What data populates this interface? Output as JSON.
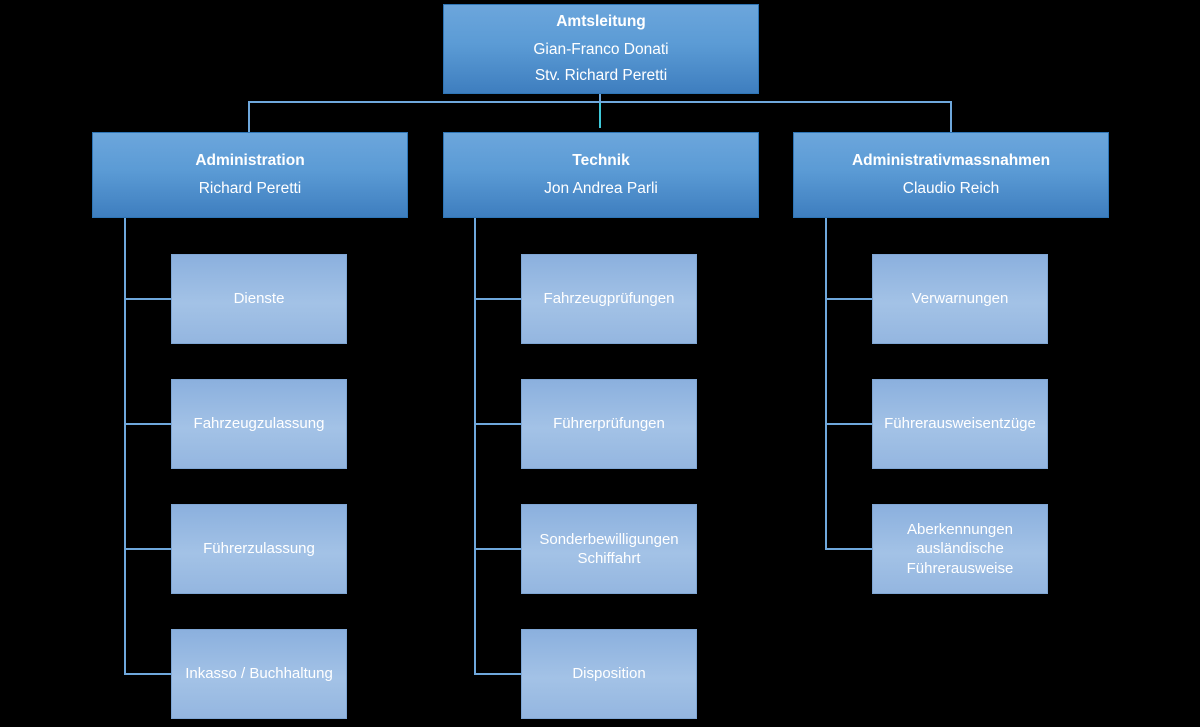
{
  "chart_data": {
    "type": "diagram",
    "diagram_kind": "organizational-chart",
    "title": "",
    "colors": {
      "background": "#000000",
      "level_top_fill_top": "#6CA6DC",
      "level_top_fill_bottom": "#3E7EBF",
      "level_leaf_fill_top": "#8BB0DE",
      "level_leaf_fill_bottom": "#94B6E0",
      "connector": "#6FA8DC",
      "connector_accent": "#3FC8D8",
      "text": "#FFFFFF"
    },
    "root": {
      "title": "Amtsleitung",
      "person": "Gian-Franco Donati",
      "deputy": "Stv. Richard Peretti"
    },
    "departments": [
      {
        "title": "Administration",
        "person": "Richard Peretti",
        "units": [
          "Dienste",
          "Fahrzeugzulassung",
          "Führerzulassung",
          "Inkasso / Buchhaltung"
        ]
      },
      {
        "title": "Technik",
        "person": "Jon Andrea Parli",
        "units": [
          "Fahrzeugprüfungen",
          "Führerprüfungen",
          "Sonderbewilligungen\nSchiffahrt",
          "Disposition"
        ]
      },
      {
        "title": "Administrativmassnahmen",
        "person": "Claudio Reich",
        "units": [
          "Verwarnungen",
          "Führerausweisentzüge",
          "Aberkennungen\nausländische\nFührerausweise"
        ]
      }
    ]
  }
}
